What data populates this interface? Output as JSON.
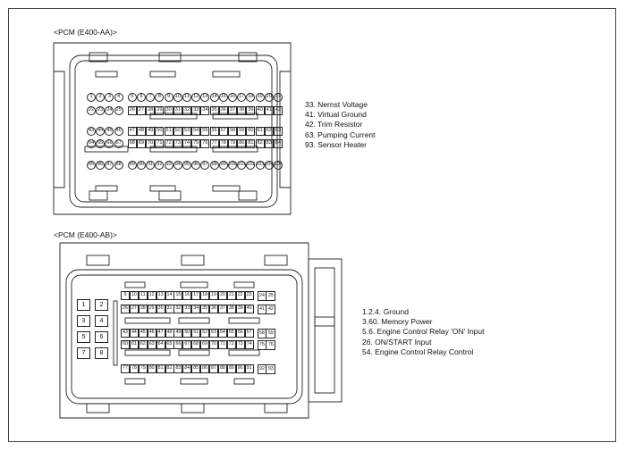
{
  "connectors": [
    {
      "title": "<PCM (E400-AA)>",
      "pin_rows": [
        {
          "labels": [
            "1",
            "2",
            "3",
            "4",
            "5",
            "6",
            "7",
            "8",
            "9",
            "10",
            "11",
            "12",
            "13",
            "14",
            "15",
            "16",
            "17",
            "18",
            "19",
            "20",
            "21"
          ]
        },
        {
          "labels": [
            "22",
            "23",
            "24",
            "25",
            "26",
            "27",
            "28",
            "29",
            "30",
            "31",
            "32",
            "33",
            "34",
            "35",
            "36",
            "37",
            "38",
            "39",
            "40",
            "41",
            "42"
          ]
        },
        {
          "labels": [
            "43",
            "44",
            "45",
            "46",
            "47",
            "48",
            "49",
            "50",
            "51",
            "52",
            "53",
            "54",
            "55",
            "56",
            "57",
            "58",
            "59",
            "60",
            "61",
            "62",
            "63"
          ]
        },
        {
          "labels": [
            "64",
            "65",
            "66",
            "67",
            "68",
            "69",
            "70",
            "71",
            "72",
            "73",
            "74",
            "75",
            "76",
            "77",
            "78",
            "79",
            "80",
            "81",
            "82",
            "83",
            "84"
          ]
        },
        {
          "labels": [
            "85",
            "86",
            "87",
            "88",
            "89",
            "90",
            "91",
            "92",
            "93",
            "94",
            "95",
            "96",
            "97",
            "98",
            "99",
            "100",
            "101",
            "102",
            "103",
            "104",
            "105"
          ]
        }
      ],
      "legend": [
        "33. Nernst Voltage",
        "41. Virtual Ground",
        "42. Trim Resistor",
        "63. Pumping Current",
        "93. Sensor Heater"
      ]
    },
    {
      "title": "<PCM (E400-AB)>",
      "big_pins": [
        "1",
        "2",
        "3",
        "4",
        "5",
        "6",
        "7",
        "8"
      ],
      "pin_rows": [
        {
          "labels": [
            "9",
            "10",
            "11",
            "12",
            "13",
            "14",
            "15",
            "16",
            "17",
            "18",
            "19",
            "20",
            "21",
            "22",
            "23",
            "24",
            "25"
          ]
        },
        {
          "labels": [
            "26",
            "27",
            "28",
            "29",
            "30",
            "31",
            "32",
            "33",
            "34",
            "35",
            "36",
            "37",
            "38",
            "39",
            "40",
            "41",
            "42"
          ]
        },
        {
          "labels": [
            "43",
            "44",
            "45",
            "46",
            "47",
            "48",
            "49",
            "50",
            "51",
            "52",
            "53",
            "54",
            "55",
            "56",
            "57",
            "58",
            "59"
          ]
        },
        {
          "labels": [
            "60",
            "61",
            "62",
            "63",
            "64",
            "65",
            "66",
            "67",
            "68",
            "69",
            "70",
            "71",
            "72",
            "73",
            "74",
            "75",
            "76"
          ]
        },
        {
          "labels": [
            "77",
            "78",
            "79",
            "80",
            "81",
            "82",
            "83",
            "84",
            "85",
            "86",
            "87",
            "88",
            "89",
            "90",
            "91",
            "92",
            "93"
          ]
        }
      ],
      "legend": [
        "1.2.4. Ground",
        "3.60. Memory Power",
        "5.6. Engine Control Relay 'ON' Input",
        "26. ON/START Input",
        "54. Engine Control Relay Control"
      ]
    }
  ]
}
